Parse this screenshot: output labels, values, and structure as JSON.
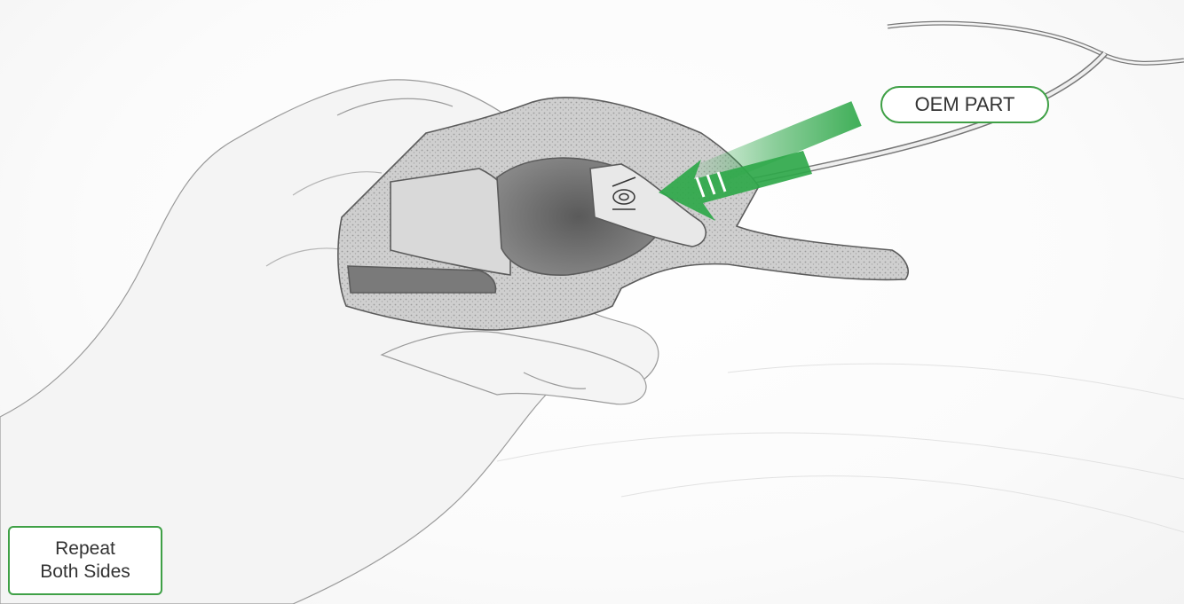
{
  "callouts": {
    "oem_part": "OEM PART",
    "repeat_line1": "Repeat",
    "repeat_line2": "Both Sides"
  },
  "colors": {
    "accent_green": "#3fa046",
    "arrow_green": "#2fa84a",
    "sketch_stroke": "#6b6b6b"
  },
  "icons": {
    "arrow": "insertion-arrow-icon"
  }
}
